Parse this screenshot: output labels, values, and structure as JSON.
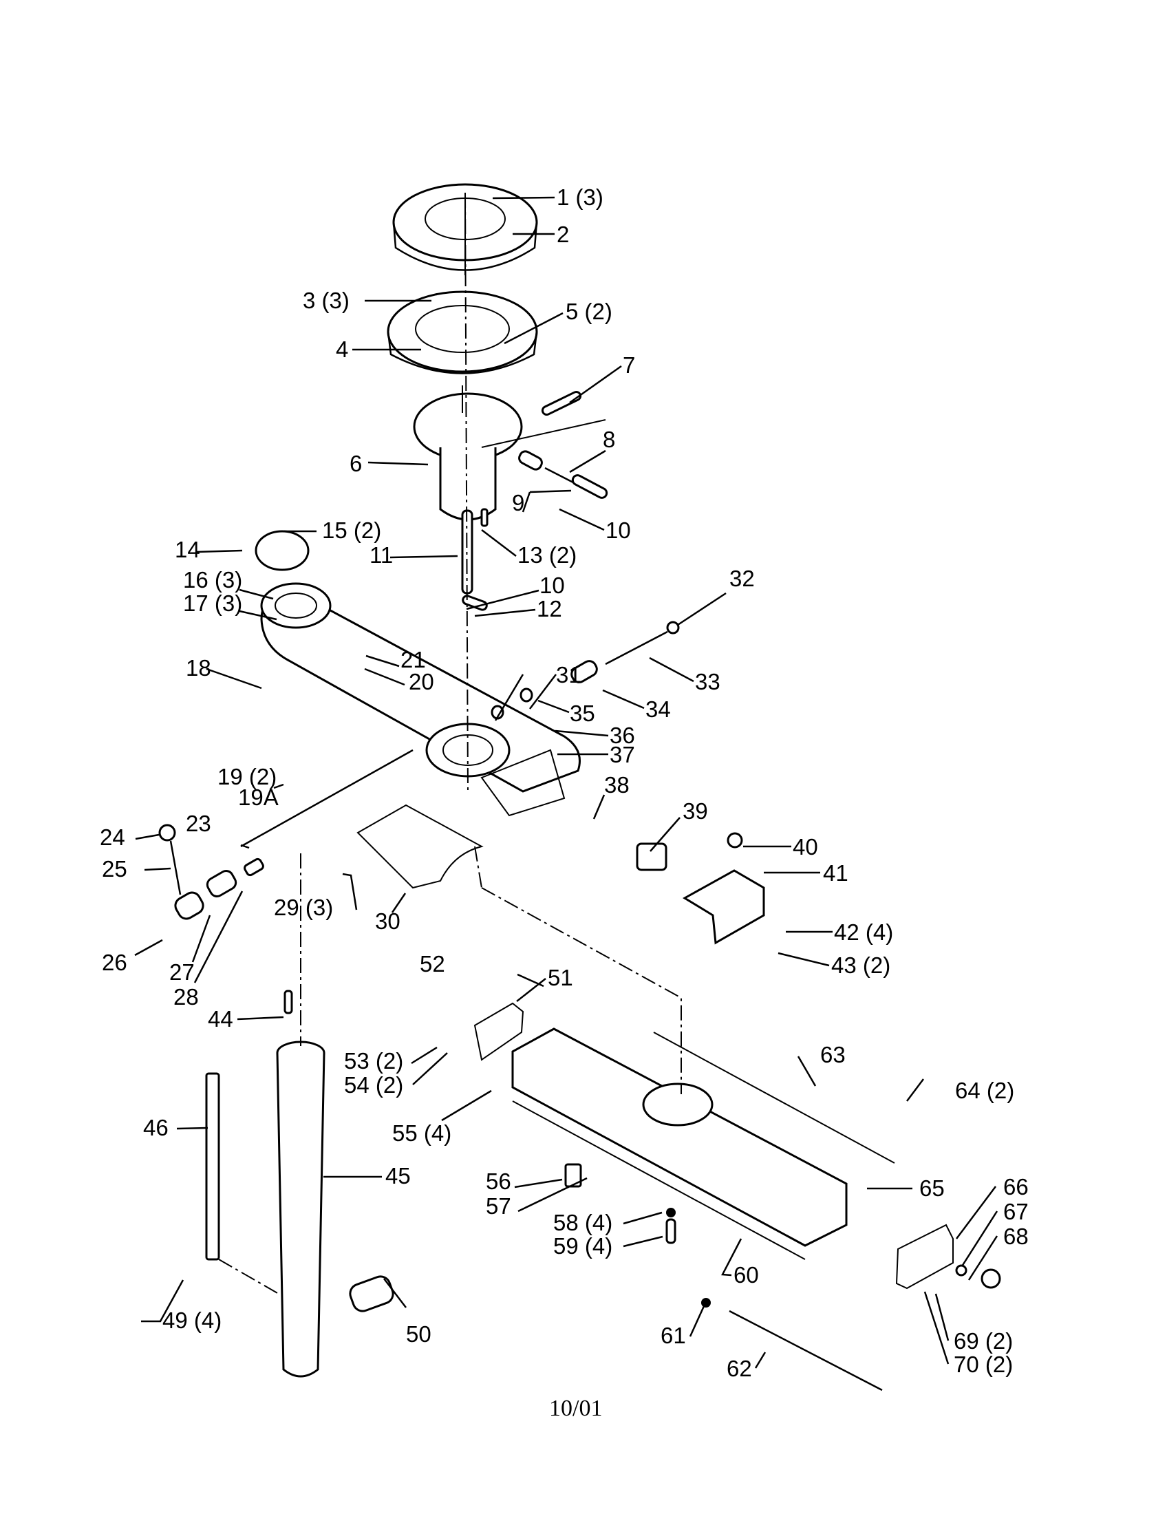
{
  "document": {
    "type": "exploded parts diagram",
    "footer": "10/01"
  },
  "callouts": [
    {
      "id": "1",
      "qty": "3",
      "text": "1 (3)"
    },
    {
      "id": "2",
      "qty": null,
      "text": "2"
    },
    {
      "id": "3",
      "qty": "3",
      "text": "3 (3)"
    },
    {
      "id": "4",
      "qty": null,
      "text": "4"
    },
    {
      "id": "5",
      "qty": "2",
      "text": "5 (2)"
    },
    {
      "id": "6",
      "qty": null,
      "text": "6"
    },
    {
      "id": "7",
      "qty": null,
      "text": "7"
    },
    {
      "id": "8",
      "qty": null,
      "text": "8"
    },
    {
      "id": "9",
      "qty": null,
      "text": "9"
    },
    {
      "id": "10",
      "qty": null,
      "text": "10"
    },
    {
      "id": "11",
      "qty": null,
      "text": "11"
    },
    {
      "id": "13",
      "qty": "2",
      "text": "13 (2)"
    },
    {
      "id": "14",
      "qty": null,
      "text": "14"
    },
    {
      "id": "15",
      "qty": "2",
      "text": "15 (2)"
    },
    {
      "id": "16",
      "qty": "3",
      "text": "16 (3)"
    },
    {
      "id": "17",
      "qty": "3",
      "text": "17 (3)"
    },
    {
      "id": "10b",
      "qty": null,
      "text": "10"
    },
    {
      "id": "12",
      "qty": null,
      "text": "12"
    },
    {
      "id": "18",
      "qty": null,
      "text": "18"
    },
    {
      "id": "19",
      "qty": "2",
      "text": "19 (2)"
    },
    {
      "id": "19A",
      "qty": null,
      "text": "19A"
    },
    {
      "id": "20",
      "qty": null,
      "text": "20"
    },
    {
      "id": "21",
      "qty": null,
      "text": "21"
    },
    {
      "id": "23",
      "qty": null,
      "text": "23"
    },
    {
      "id": "24",
      "qty": null,
      "text": "24"
    },
    {
      "id": "25",
      "qty": null,
      "text": "25"
    },
    {
      "id": "26",
      "qty": null,
      "text": "26"
    },
    {
      "id": "27",
      "qty": null,
      "text": "27"
    },
    {
      "id": "28",
      "qty": null,
      "text": "28"
    },
    {
      "id": "29",
      "qty": "3",
      "text": "29 (3)"
    },
    {
      "id": "30",
      "qty": null,
      "text": "30"
    },
    {
      "id": "31",
      "qty": null,
      "text": "31"
    },
    {
      "id": "32",
      "qty": null,
      "text": "32"
    },
    {
      "id": "33",
      "qty": null,
      "text": "33"
    },
    {
      "id": "34",
      "qty": null,
      "text": "34"
    },
    {
      "id": "35",
      "qty": null,
      "text": "35"
    },
    {
      "id": "36",
      "qty": null,
      "text": "36"
    },
    {
      "id": "37",
      "qty": null,
      "text": "37"
    },
    {
      "id": "38",
      "qty": null,
      "text": "38"
    },
    {
      "id": "39",
      "qty": null,
      "text": "39"
    },
    {
      "id": "40",
      "qty": null,
      "text": "40"
    },
    {
      "id": "41",
      "qty": null,
      "text": "41"
    },
    {
      "id": "42",
      "qty": "4",
      "text": "42 (4)"
    },
    {
      "id": "43",
      "qty": "2",
      "text": "43 (2)"
    },
    {
      "id": "44",
      "qty": null,
      "text": "44"
    },
    {
      "id": "45",
      "qty": null,
      "text": "45"
    },
    {
      "id": "46",
      "qty": null,
      "text": "46"
    },
    {
      "id": "49",
      "qty": "4",
      "text": "49 (4)"
    },
    {
      "id": "50",
      "qty": null,
      "text": "50"
    },
    {
      "id": "51",
      "qty": null,
      "text": "51"
    },
    {
      "id": "52",
      "qty": null,
      "text": "52"
    },
    {
      "id": "53",
      "qty": "2",
      "text": "53 (2)"
    },
    {
      "id": "54",
      "qty": "2",
      "text": "54 (2)"
    },
    {
      "id": "55",
      "qty": "4",
      "text": "55 (4)"
    },
    {
      "id": "56",
      "qty": null,
      "text": "56"
    },
    {
      "id": "57",
      "qty": null,
      "text": "57"
    },
    {
      "id": "58",
      "qty": "4",
      "text": "58 (4)"
    },
    {
      "id": "59",
      "qty": "4",
      "text": "59 (4)"
    },
    {
      "id": "60",
      "qty": null,
      "text": "60"
    },
    {
      "id": "61",
      "qty": null,
      "text": "61"
    },
    {
      "id": "62",
      "qty": null,
      "text": "62"
    },
    {
      "id": "63",
      "qty": null,
      "text": "63"
    },
    {
      "id": "64",
      "qty": "2",
      "text": "64 (2)"
    },
    {
      "id": "65",
      "qty": null,
      "text": "65"
    },
    {
      "id": "66",
      "qty": null,
      "text": "66"
    },
    {
      "id": "67",
      "qty": null,
      "text": "67"
    },
    {
      "id": "68",
      "qty": null,
      "text": "68"
    },
    {
      "id": "69",
      "qty": "2",
      "text": "69 (2)"
    },
    {
      "id": "70",
      "qty": "2",
      "text": "70 (2)"
    }
  ]
}
